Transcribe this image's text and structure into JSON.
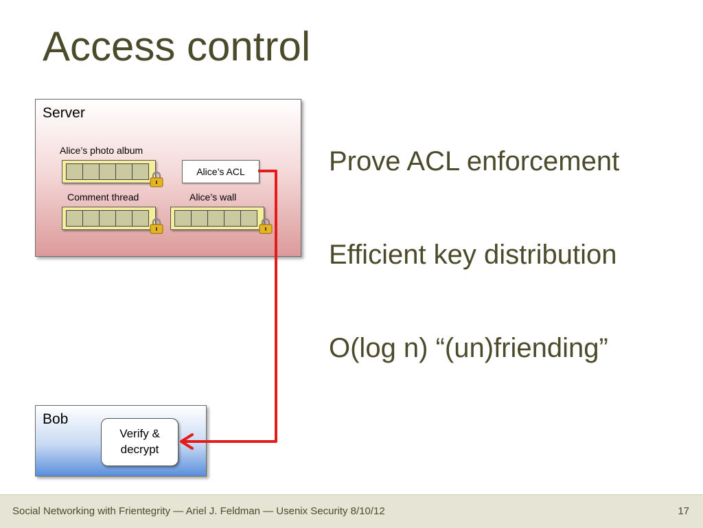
{
  "slide": {
    "title": "Access control",
    "bullets": [
      "Prove ACL enforcement",
      "Efficient key distribution",
      "O(log n) “(un)friending”"
    ],
    "footer": "Social Networking with Frientegrity — Ariel J. Feldman — Usenix Security 8/10/12",
    "page_number": "17"
  },
  "diagram": {
    "server": {
      "label": "Server",
      "photo_album_label": "Alice’s photo album",
      "acl_label": "Alice’s ACL",
      "comment_thread_label": "Comment thread",
      "wall_label": "Alice’s wall"
    },
    "bob": {
      "label": "Bob",
      "verify_label_line1": "Verify &",
      "verify_label_line2": "decrypt"
    },
    "colors": {
      "arrow": "#e41b1b",
      "title_text": "#4b4b2c",
      "lock": "#e6b422"
    }
  }
}
